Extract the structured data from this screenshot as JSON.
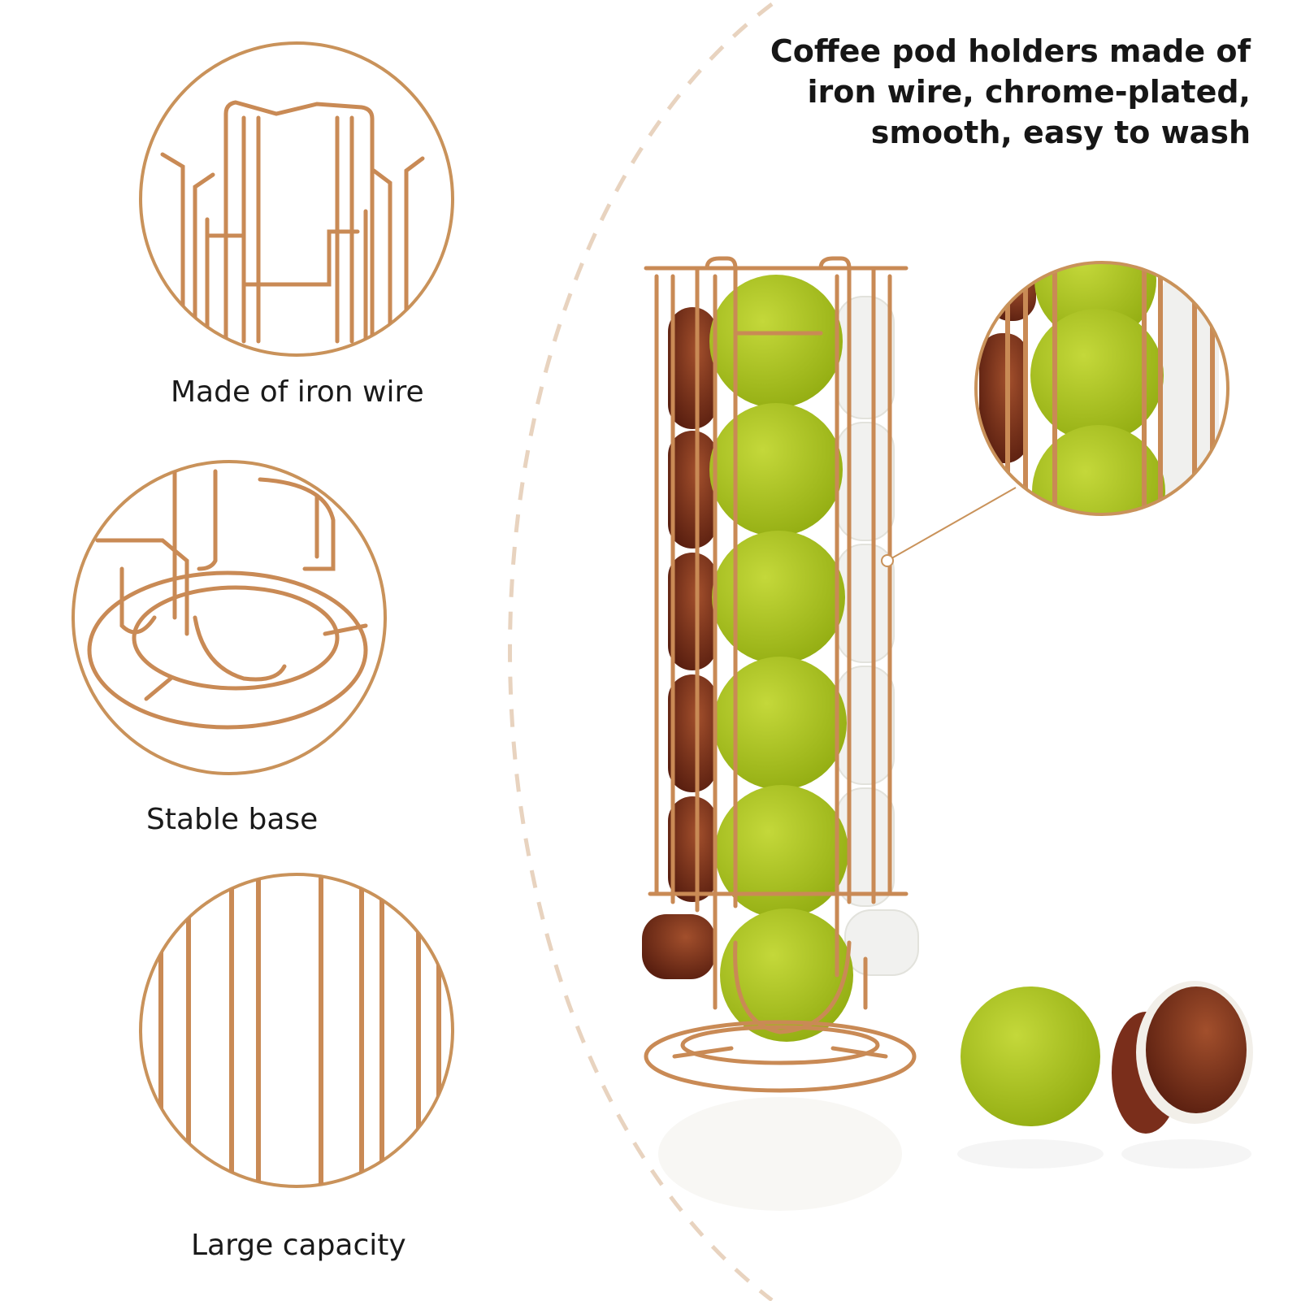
{
  "headline": {
    "lines": [
      "Coffee pod holders made of",
      "iron wire, chrome-plated,",
      "smooth, easy to wash"
    ]
  },
  "features": [
    {
      "label": "Made of iron wire",
      "icon": "wire-frame-detail"
    },
    {
      "label": "Stable base",
      "icon": "round-base-detail"
    },
    {
      "label": "Large capacity",
      "icon": "vertical-bars-detail"
    }
  ],
  "colors": {
    "wire_gold": "#c98a55",
    "circle_border": "#c9925a",
    "dashed_arc": "#e8d3bf",
    "pod_green": "#a6c21a",
    "pod_brown": "#6b2a18",
    "pod_white": "#efefef"
  }
}
